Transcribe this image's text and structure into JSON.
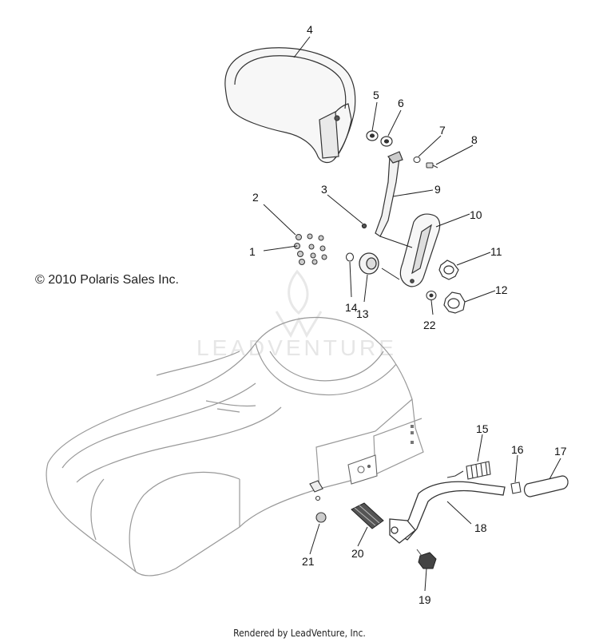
{
  "copyright": "© 2010 Polaris Sales Inc.",
  "footer": "Rendered by LeadVenture, Inc.",
  "watermark": "LEADVENTURE",
  "callouts": [
    {
      "id": "c1",
      "label": "1"
    },
    {
      "id": "c2",
      "label": "2"
    },
    {
      "id": "c3",
      "label": "3"
    },
    {
      "id": "c4",
      "label": "4"
    },
    {
      "id": "c5",
      "label": "5"
    },
    {
      "id": "c6",
      "label": "6"
    },
    {
      "id": "c7",
      "label": "7"
    },
    {
      "id": "c8",
      "label": "8"
    },
    {
      "id": "c9",
      "label": "9"
    },
    {
      "id": "c10",
      "label": "10"
    },
    {
      "id": "c11",
      "label": "11"
    },
    {
      "id": "c12",
      "label": "12"
    },
    {
      "id": "c13",
      "label": "13"
    },
    {
      "id": "c14",
      "label": "14"
    },
    {
      "id": "c15",
      "label": "15"
    },
    {
      "id": "c16",
      "label": "16"
    },
    {
      "id": "c17",
      "label": "17"
    },
    {
      "id": "c18",
      "label": "18"
    },
    {
      "id": "c19",
      "label": "19"
    },
    {
      "id": "c20",
      "label": "20"
    },
    {
      "id": "c21",
      "label": "21"
    },
    {
      "id": "c22",
      "label": "22"
    }
  ]
}
